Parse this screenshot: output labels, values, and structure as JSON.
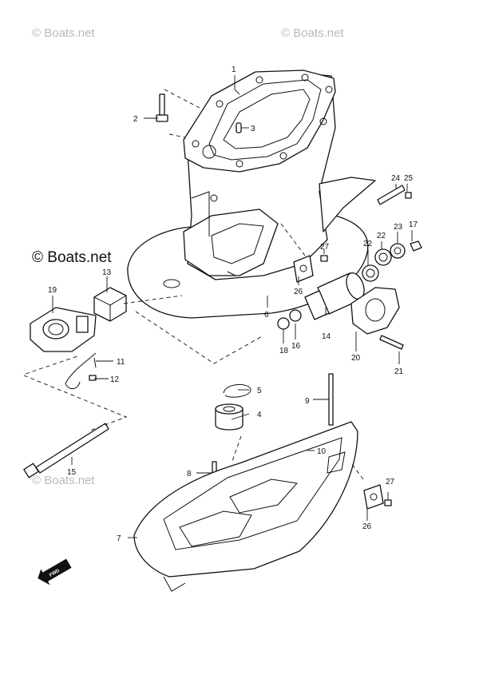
{
  "watermark": {
    "small": "© Boats.net",
    "large": "© Boats.net"
  },
  "fwd_label": "FWD",
  "callouts": [
    "1",
    "2",
    "3",
    "4",
    "5",
    "6",
    "7",
    "8",
    "9",
    "10",
    "11",
    "12",
    "13",
    "14",
    "15",
    "16",
    "17",
    "18",
    "19",
    "20",
    "21",
    "22",
    "22",
    "23",
    "24",
    "25",
    "26",
    "26",
    "27",
    "27"
  ]
}
